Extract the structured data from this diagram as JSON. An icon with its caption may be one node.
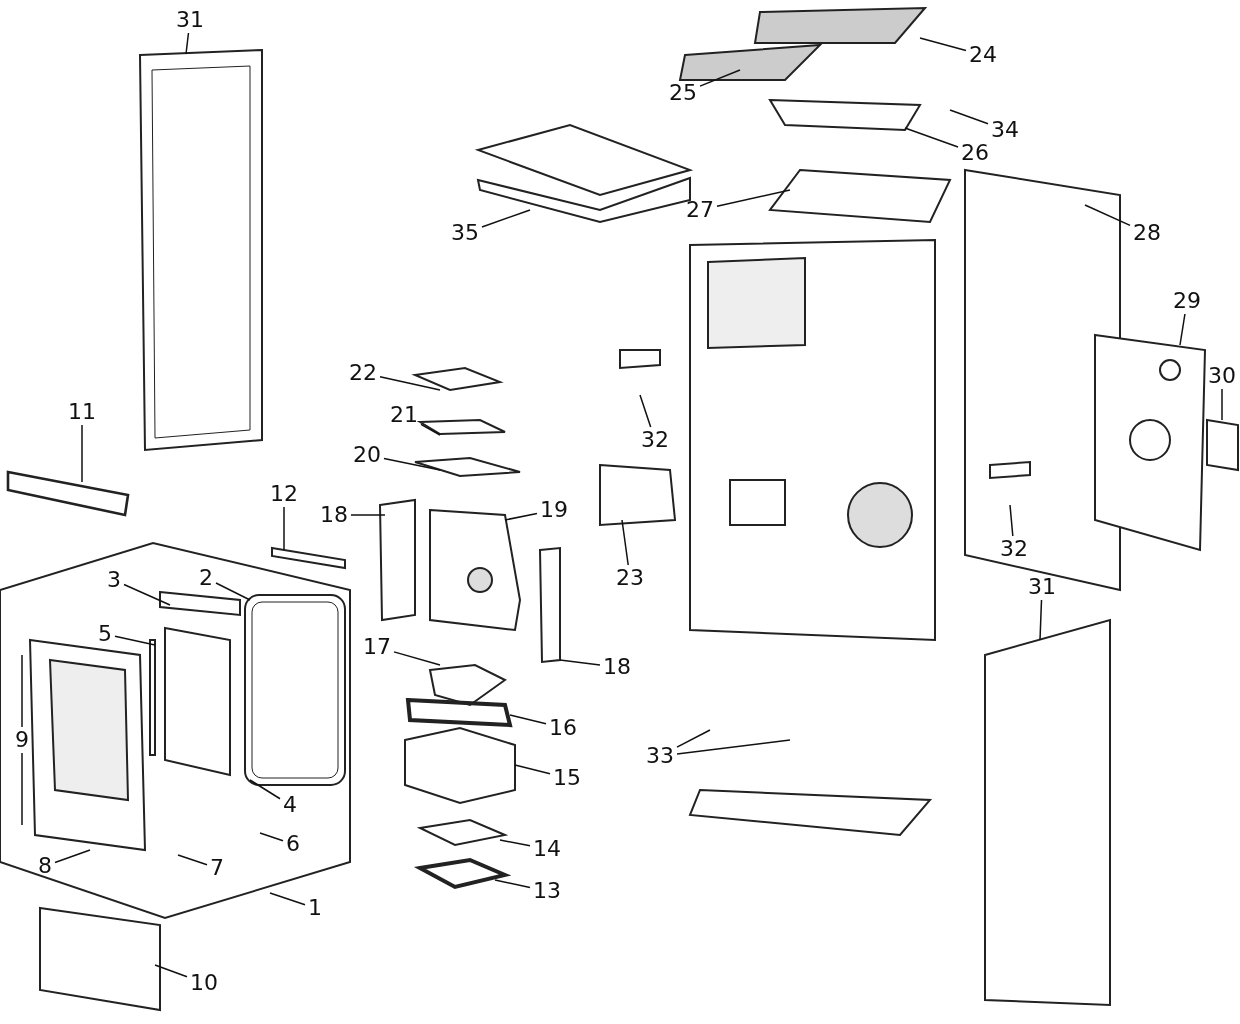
{
  "diagram": {
    "nodes": [
      {
        "text": [
          "31"
        ]
      },
      {
        "text": [
          "24"
        ]
      },
      {
        "text": [
          "25"
        ]
      },
      {
        "text": [
          "34"
        ]
      },
      {
        "text": [
          "26"
        ]
      },
      {
        "text": [
          "35"
        ]
      },
      {
        "text": [
          "27"
        ]
      },
      {
        "text": [
          "28"
        ]
      },
      {
        "text": [
          "29"
        ]
      },
      {
        "text": [
          "22"
        ]
      },
      {
        "text": [
          "30"
        ]
      },
      {
        "text": [
          "21"
        ]
      },
      {
        "text": [
          "32"
        ]
      },
      {
        "text": [
          "11"
        ]
      },
      {
        "text": [
          "20"
        ]
      },
      {
        "text": [
          "12"
        ]
      },
      {
        "text": [
          "18"
        ]
      },
      {
        "text": [
          "19"
        ]
      },
      {
        "text": [
          "32"
        ]
      },
      {
        "text": [
          "23"
        ]
      },
      {
        "text": [
          "3"
        ]
      },
      {
        "text": [
          "2"
        ]
      },
      {
        "text": [
          "5"
        ]
      },
      {
        "text": [
          "17"
        ]
      },
      {
        "text": [
          "18"
        ]
      },
      {
        "text": [
          "31"
        ]
      },
      {
        "text": [
          "16"
        ]
      },
      {
        "text": [
          "9"
        ]
      },
      {
        "text": [
          "33"
        ]
      },
      {
        "text": [
          "4"
        ]
      },
      {
        "text": [
          "15"
        ]
      },
      {
        "text": [
          "6"
        ]
      },
      {
        "text": [
          "8"
        ]
      },
      {
        "text": [
          "7"
        ]
      },
      {
        "text": [
          "14"
        ]
      },
      {
        "text": [
          "13"
        ]
      },
      {
        "text": [
          "1"
        ]
      },
      {
        "text": [
          "10"
        ]
      },
      {
        "text": [],
        "shape": "picture"
      },
      {
        "text": [],
        "shape": "bar"
      }
    ],
    "edges": [
      {
        "from": 0,
        "to": 38,
        "arrow": "none"
      },
      {
        "from": 1,
        "to": null,
        "arrow": "none"
      },
      {
        "from": 2,
        "to": null,
        "arrow": "none"
      },
      {
        "from": 3,
        "to": null,
        "arrow": "none"
      },
      {
        "from": 4,
        "to": null,
        "arrow": "none"
      },
      {
        "from": 5,
        "to": null,
        "arrow": "none"
      },
      {
        "from": 6,
        "to": null,
        "arrow": "none"
      },
      {
        "from": 7,
        "to": null,
        "arrow": "none"
      },
      {
        "from": 8,
        "to": null,
        "arrow": "none"
      },
      {
        "from": 9,
        "to": null,
        "arrow": "none"
      },
      {
        "from": 10,
        "to": null,
        "arrow": "none"
      },
      {
        "from": 11,
        "to": null,
        "arrow": "none"
      },
      {
        "from": 12,
        "to": null,
        "arrow": "none"
      },
      {
        "from": 13,
        "to": 39,
        "arrow": "none"
      },
      {
        "from": 14,
        "to": null,
        "arrow": "none"
      },
      {
        "from": 15,
        "to": null,
        "arrow": "none"
      },
      {
        "from": 16,
        "to": null,
        "arrow": "none"
      },
      {
        "from": 17,
        "to": null,
        "arrow": "none"
      },
      {
        "from": 18,
        "to": null,
        "arrow": "none"
      },
      {
        "from": 19,
        "to": null,
        "arrow": "none"
      },
      {
        "from": 20,
        "to": null,
        "arrow": "none"
      },
      {
        "from": 21,
        "to": null,
        "arrow": "none"
      },
      {
        "from": 22,
        "to": null,
        "arrow": "none"
      },
      {
        "from": 23,
        "to": null,
        "arrow": "none"
      },
      {
        "from": 24,
        "to": null,
        "arrow": "none"
      },
      {
        "from": 25,
        "to": null,
        "arrow": "none"
      },
      {
        "from": 26,
        "to": null,
        "arrow": "none"
      },
      {
        "from": 27,
        "to": null,
        "arrow": "none"
      },
      {
        "from": 27,
        "to": null,
        "arrow": "none"
      },
      {
        "from": 28,
        "to": null,
        "arrow": "none"
      },
      {
        "from": 28,
        "to": null,
        "arrow": "none"
      },
      {
        "from": 29,
        "to": null,
        "arrow": "none"
      },
      {
        "from": 30,
        "to": null,
        "arrow": "none"
      },
      {
        "from": 31,
        "to": null,
        "arrow": "none"
      },
      {
        "from": 32,
        "to": null,
        "arrow": "none"
      },
      {
        "from": 33,
        "to": null,
        "arrow": "none"
      },
      {
        "from": 34,
        "to": null,
        "arrow": "none"
      },
      {
        "from": 35,
        "to": null,
        "arrow": "none"
      },
      {
        "from": 36,
        "to": null,
        "arrow": "none"
      },
      {
        "from": 37,
        "to": null,
        "arrow": "none"
      }
    ]
  }
}
